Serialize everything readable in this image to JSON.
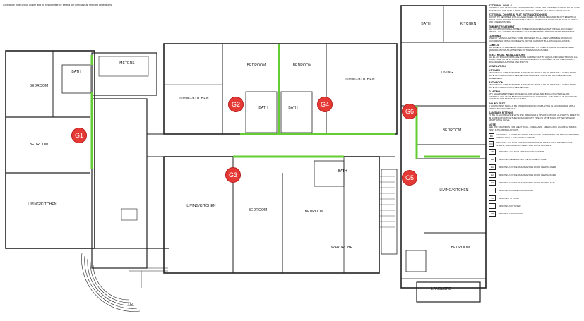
{
  "header_note": "Contractor must check all site and be responsible for setting out checking all relevant dimensions",
  "rooms": {
    "bedroom_w1": "BEDROOM",
    "bath_w": "BATH",
    "meters": "METERS",
    "bedroom_w2": "BEDROOM",
    "living_w": "LIVING/KITCHEN",
    "living_n1": "LIVING/KITCHEN",
    "bedroom_n1": "BEDROOM",
    "bath_n1": "BATH",
    "bath_n2": "BATH",
    "bedroom_n2": "BEDROOM",
    "living_n2": "LIVING/KITCHEN",
    "living_s1": "LIVING/KITCHEN",
    "bedroom_s1": "BEDROOM",
    "bedroom_s2": "BEDROOM",
    "bath_s": "BATH",
    "wardrobe": "WARDROBE",
    "bath_e": "BATH",
    "kitchen_e": "KITCHEN",
    "living_e": "LIVING",
    "bedroom_e1": "BEDROOM",
    "living_e2": "LIVING/KITCHEN",
    "bedroom_e2": "BEDROOM",
    "landlord": "LANDLORD",
    "up": "UP"
  },
  "markers": [
    "G1",
    "G2",
    "G3",
    "G4",
    "G5",
    "G6"
  ],
  "notes": [
    {
      "h": "EXTERNAL WALLS",
      "t": "EXTERNAL WALLS AND WALLS SEPARATING FLATS AND COMMUNAL AREAS TO BE LINED INTERNALLY WITH INSULATION TO ACHIEVE A MINIMUM U VALUE OF 0.3 W/m2K."
    },
    {
      "h": "EXTERNAL DOORS & FLAT ENTRANCE DOORS",
      "t": "DOORS TO BE FITTED WITH GLAZED PANEL OR VISION AREA AND BE FITTED WITH A DOOR CHAIN. DOORS TO BE FITTED WITH A DOOR LOCK. DOOR TO BE SELF CLOSING AND FIRE RESISTING."
    },
    {
      "h": "TIMBER TREATMENT",
      "t": "ALL CONSTRUCTIONAL TIMBER TO BE PRESERVED AGAINST FUNGAL AND INSECT ATTACK. ALL JOINERY TIMBER TO HAVE TIMBERTREAT PRESERVATIVE TREATMENT."
    },
    {
      "h": "LIGHTING",
      "t": "ENERGY SAVING LIGHTING TO BE PROVIDED TO ALL NEW HABITABLE ROOMS IN ACCORDANCE WITH DOCUMENT L OF THE CURRENT BUILDING REGULATIONS."
    },
    {
      "h": "LABELS",
      "t": "ALL LABELS TO BE CLEARLY AND PERMANENTLY FIXED. PROVIDE ALL NECESSARY QUALIFICATIONS AS APPROVED BY THE MANUFACTURER."
    },
    {
      "h": "ELECTRICAL INSTALLATIONS",
      "t": "ALL ELECTRICAL WORKS ARE TO BE CARRIED OUT BY A QUALIFIED ELECTRICIAN. ALL WORKS ARE TO BE IN STRICT ACCORDANCE WITH DOCUMENT P OF THE CURRENT BUILDING REGULATIONS AND BS 7671."
    },
    {
      "h": "VENTILATION",
      "t": ""
    },
    {
      "h": "KITCHEN",
      "t": "MECHANICAL EXTRACT VENTILATION TO BE INSTALLED TO PROVIDE A VENTILATION RATE OF AT LEAST 60 LITRES/SECOND ADJACENT A HOB OR 30 LITRES/SECOND ELSEWHERE."
    },
    {
      "h": "BATHROOM",
      "t": "MECHANICAL EXTRACT VENTILATION TO BE INSTALLED TO PROVIDE A VENTILATION RATE OF AT LEAST 15 LITRES/SECOND."
    },
    {
      "h": "GLAZING",
      "t": "ANY GLAZING BETWEEN FINISHED FLOOR LEVEL AND 800mm IN INTERNAL OR EXTERNAL WALLS OR BETWEEN FINISHED FLOOR LEVEL AND 1500mm IN A DOOR OR SIDE PANEL TO BE SAFETY GLAZING."
    },
    {
      "h": "SOUND TEST",
      "t": "A SOUND TEST SHOULD BE UNDERTAKEN ON COMPLETION IN ACCORDANCE WITH APPROVED DOCUMENT E."
    },
    {
      "h": "SANITARY FITTINGS",
      "t": "TO BE IN ACCORDANCE WITH RSF DRAWINGS & SPECIFICATIONS. ALL WASTE PIPES TO BE CONNECTED TO EITHER SOIL AND VENT PIPE OR STUB STACK FITTED WITH AIR ADMITTANCE VALVE."
    },
    {
      "h": "NOTE",
      "t": "SEE RSF DRAWINGS FOR ELECTRICAL, FIRE ALARM, EMERGENCY LIGHTING, SMOKE VENT & PLUMBING LAYOUTS."
    }
  ],
  "legend": [
    {
      "sym": "FD",
      "text": "DENOTES 1 HOUR FIRE DOOR AND FRAME FITTED WITH INTUMESCENT STRIPS, SMOKE SEALS AND DOOR CLOSERS."
    },
    {
      "sym": "FD",
      "text": "DENOTES 1/2 HOUR FIRE DOOR AND FRAME FITTED WITH INTUMESCENT STRIPS, NYLON SMOKE SEALS AND DOOR CLOSERS."
    },
    {
      "sym": "FD",
      "text": "DENOTES 1/2 HOUR FIRE DOOR AND FRAME."
    },
    {
      "sym": "SD",
      "text": "DENOTES GENERAL NOTICE IN CASE OF FIRE."
    },
    {
      "sym": "S1",
      "text": "DENOTES NOTICE READING 'FIRE DOOR KEEP CLOSED'"
    },
    {
      "sym": "S2",
      "text": "DENOTES NOTICE READING 'FIRE DOOR KEEP LOCKED'"
    },
    {
      "sym": "S3",
      "text": "DENOTES NOTICE READING 'FIRE DOOR KEEP CLEAR'"
    },
    {
      "sym": "",
      "text": "DENOTES DOUBLE PLUG SOCKET"
    },
    {
      "sym": "TV",
      "text": "DENOTES TV POINT"
    },
    {
      "sym": "",
      "text": "DENOTES DRY RISER"
    },
    {
      "sym": "VP",
      "text": "DENOTES VISION PANEL"
    }
  ],
  "colors": {
    "wall": "#222222",
    "fire_path": "#66cc33",
    "marker": "#e53935"
  }
}
